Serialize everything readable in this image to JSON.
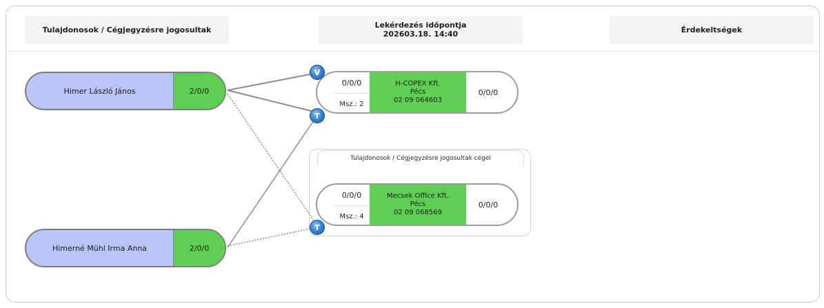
{
  "header": {
    "owners_title": "Tulajdonosok / Cégjegyzésre jogosultak",
    "query_time_label": "Lekérdezés időpontja",
    "query_time_value": "202603.18. 14:40",
    "interests_title": "Érdekeltségek"
  },
  "persons": [
    {
      "name": "Himer László János",
      "count": "2/0/0"
    },
    {
      "name": "Himerné Mühl Irma Anna",
      "count": "2/0/0"
    }
  ],
  "companies": [
    {
      "left_top": "0/0/0",
      "msz": "Msz.: 2",
      "name": "H-COPEX Kft.",
      "city": "Pécs",
      "reg": "02 09 064603",
      "right": "0/0/0"
    },
    {
      "left_top": "0/0/0",
      "msz": "Msz.: 4",
      "name": "Mecsek Office Kft.",
      "city": "Pécs",
      "reg": "02 09 068569",
      "right": "0/0/0"
    }
  ],
  "group_label": "Tulajdonosok / Cégjegyzésre jogosultak cégei",
  "badges": [
    "V",
    "T",
    "T"
  ],
  "colors": {
    "person": "#b9c5f7",
    "company_green": "#5ecf52",
    "badge_blue": "#3d86d6"
  }
}
